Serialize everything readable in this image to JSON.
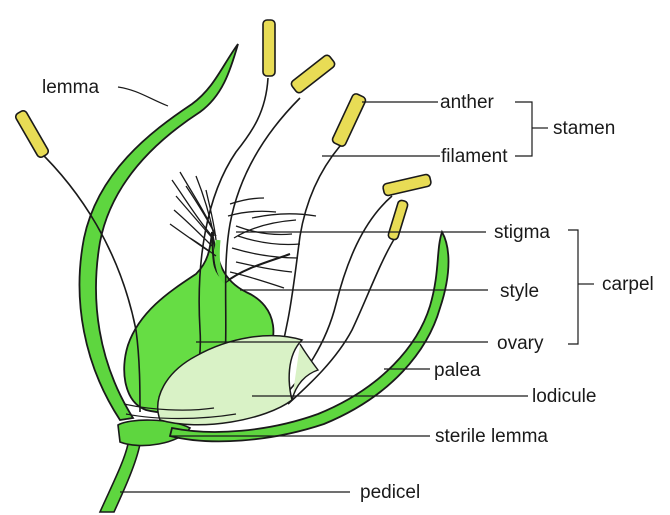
{
  "labels": {
    "lemma": "lemma",
    "anther": "anther",
    "filament": "filament",
    "stamen": "stamen",
    "stigma": "stigma",
    "style": "style",
    "ovary": "ovary",
    "carpel": "carpel",
    "palea": "palea",
    "lodicule": "lodicule",
    "sterile_lemma": "sterile lemma",
    "pedicel": "pedicel"
  },
  "colors": {
    "bract_green": "#5ed63f",
    "ovary_green": "#66dd44",
    "lodicule_fill": "#d9f2c6",
    "anther_yellow": "#e8dc55",
    "outline": "#1a1a1a"
  }
}
